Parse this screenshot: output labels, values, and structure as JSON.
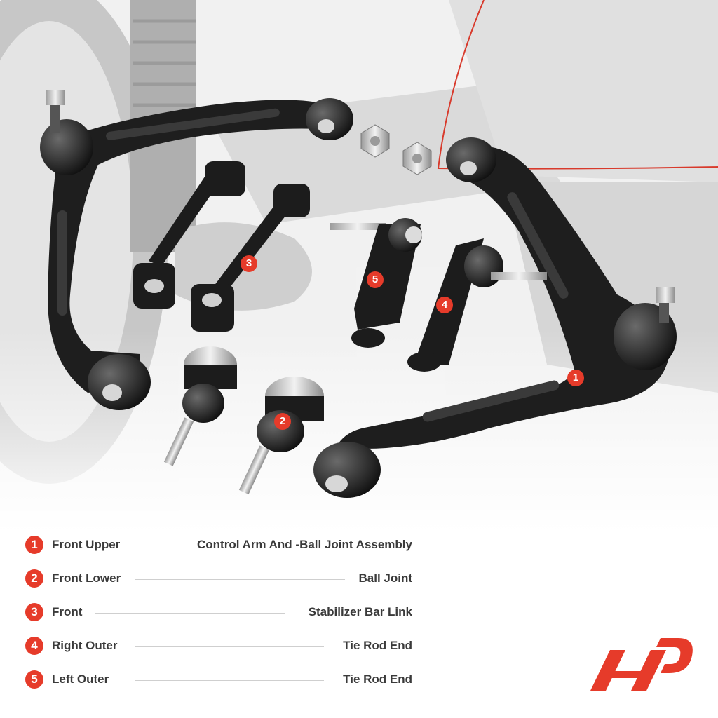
{
  "callouts": [
    {
      "number": "1"
    },
    {
      "number": "2"
    },
    {
      "number": "3"
    },
    {
      "number": "4"
    },
    {
      "number": "5"
    }
  ],
  "legend": [
    {
      "number": "1",
      "left": "Front Upper",
      "right": "Control Arm And -Ball Joint Assembly"
    },
    {
      "number": "2",
      "left": "Front Lower",
      "right": "Ball Joint"
    },
    {
      "number": "3",
      "left": "Front",
      "right": "Stabilizer Bar Link"
    },
    {
      "number": "4",
      "left": "Right Outer",
      "right": "Tie Rod End"
    },
    {
      "number": "5",
      "left": "Left Outer",
      "right": "Tie Rod End"
    }
  ],
  "colors": {
    "accent": "#e63b2a",
    "part": "#1c1c1c",
    "background": "#ffffff"
  }
}
